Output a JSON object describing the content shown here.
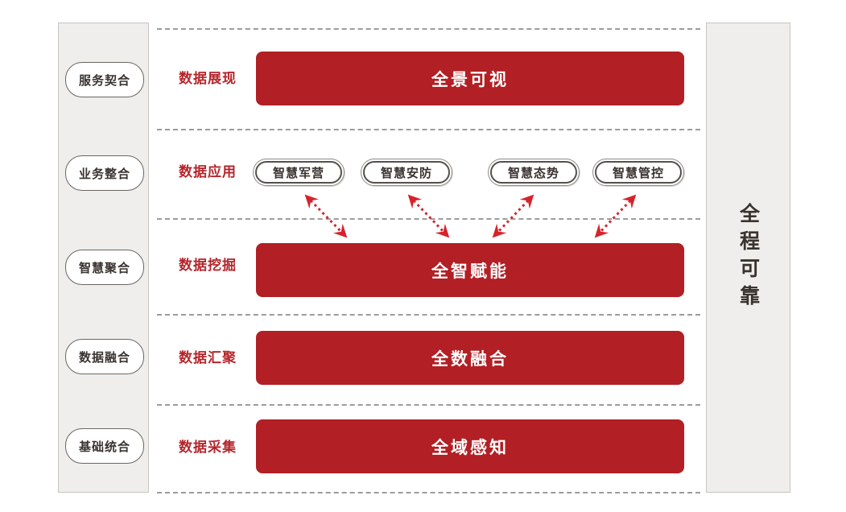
{
  "palette": {
    "bar_red": "#b21f24",
    "label_red": "#b5262c",
    "arrow_red": "#d6232b",
    "panel_bg": "#efeeec",
    "panel_border": "#c6c5c3",
    "dark_text": "#3a3330",
    "dotted_gray": "#9c9c9a"
  },
  "left_panel": {
    "items": [
      {
        "label": "服务契合"
      },
      {
        "label": "业务整合"
      },
      {
        "label": "智慧聚合"
      },
      {
        "label": "数据融合"
      },
      {
        "label": "基础统合"
      }
    ]
  },
  "right_panel": {
    "label": "全程可靠"
  },
  "rows": [
    {
      "label": "数据展现",
      "bar": "全景可视"
    },
    {
      "label": "数据应用",
      "pills": [
        "智慧军营",
        "智慧安防",
        "智慧态势",
        "智慧管控"
      ]
    },
    {
      "label": "数据挖掘",
      "bar": "全智赋能"
    },
    {
      "label": "数据汇聚",
      "bar": "全数融合"
    },
    {
      "label": "数据采集",
      "bar": "全域感知"
    }
  ]
}
